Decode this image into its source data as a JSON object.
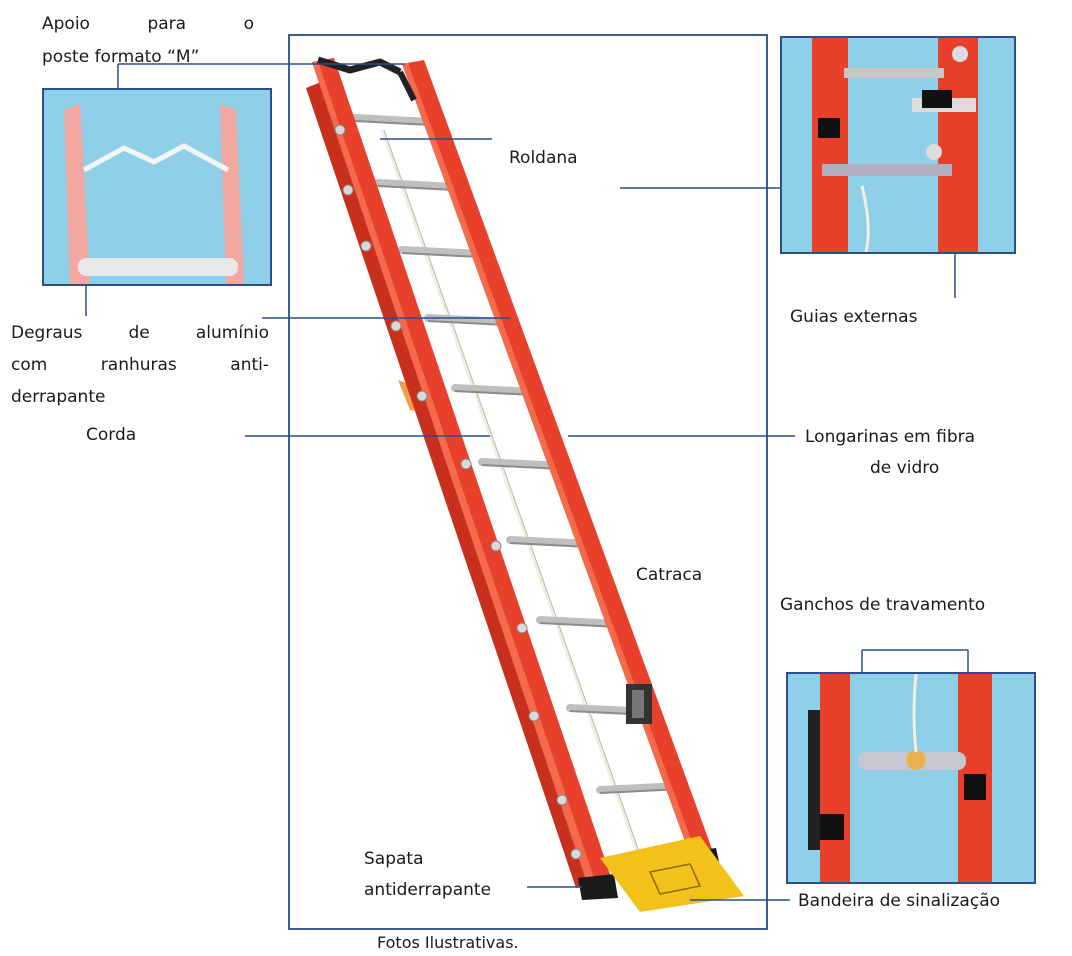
{
  "labels": {
    "apoio_line1": "Apoio para o",
    "apoio_line2": "poste formato “M”",
    "roldana": "Roldana",
    "guias": "Guias externas",
    "degraus_line1": "Degraus de alumínio",
    "degraus_line2": "com ranhuras anti-",
    "degraus_line3": "derrapante",
    "corda": "Corda",
    "longarinas_line1": "Longarinas em fibra",
    "longarinas_line2": "de vidro",
    "catraca": "Catraca",
    "ganchos": "Ganchos de travamento",
    "sapata_line1": "Sapata",
    "sapata_line2": "antiderrapante",
    "bandeira": "Bandeira de sinalização",
    "footer": "Fotos Ilustrativas."
  },
  "colors": {
    "frame": "#3a5f95",
    "ladder_red": "#e8402a",
    "ladder_dark": "#b8281a",
    "rung": "#c9c9c9",
    "sky": "#8fd0e8",
    "flag": "#f2c21b"
  }
}
